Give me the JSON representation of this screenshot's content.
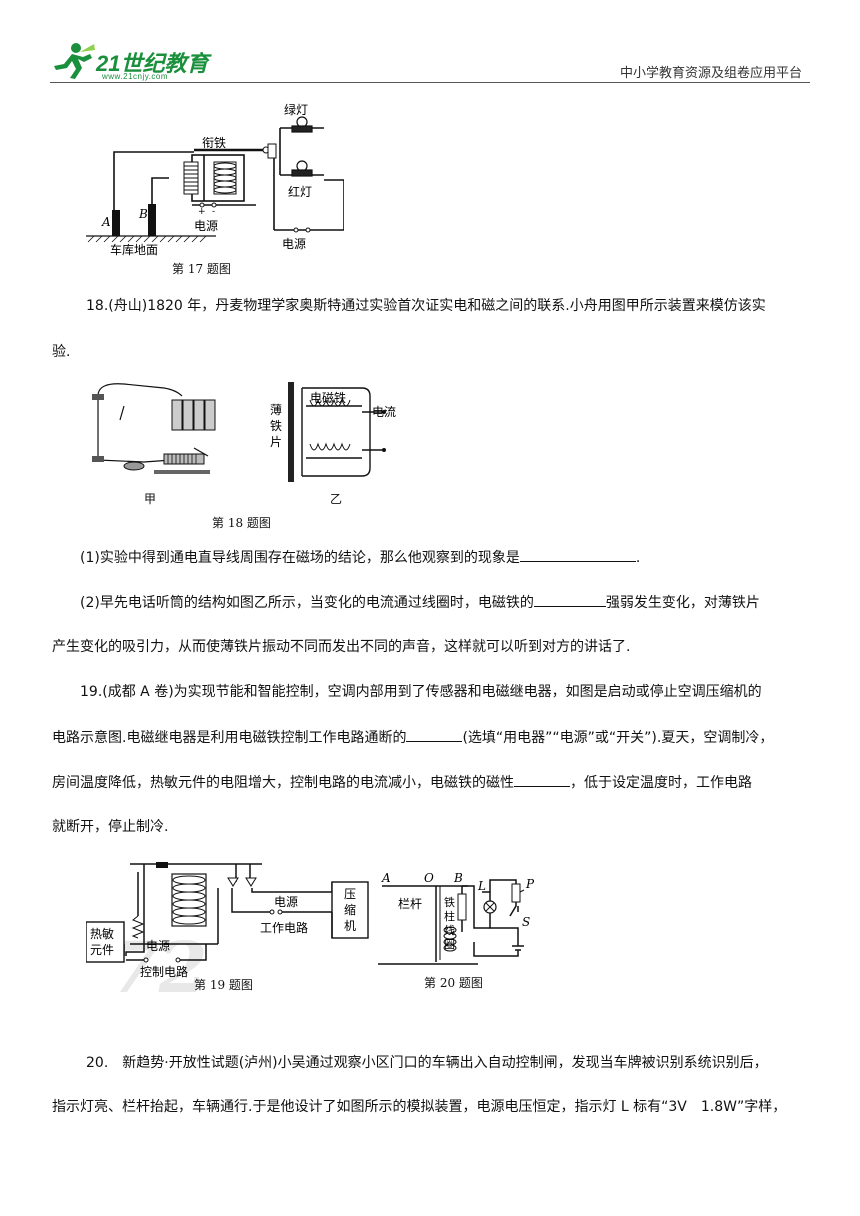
{
  "header": {
    "logo_main": "21世纪教育",
    "logo_sub": "www.21cnjy.com",
    "platform": "中小学教育资源及组卷应用平台"
  },
  "fig17": {
    "caption": "第 17 题图",
    "labels": {
      "green_lamp": "绿灯",
      "armature": "衔铁",
      "red_lamp": "红灯",
      "a": "A",
      "b": "B",
      "plus": "+",
      "minus": "-",
      "power1": "电源",
      "power2": "电源",
      "ground": "车库地面"
    }
  },
  "q18": {
    "stem_line1": "18.(舟山)1820 年，丹麦物理学家奥斯特通过实验首次证实电和磁之间的联系.小舟用图甲所示装置来模仿该实",
    "stem_line2": "验.",
    "fig_caption": "第 18 题图",
    "fig_labels": {
      "jia": "甲",
      "yi": "乙",
      "electromagnet": "电磁铁",
      "current": "电流",
      "thin_plate": [
        "薄",
        "铁",
        "片"
      ]
    },
    "sub1_before": "(1)实验中得到通电直导线周围存在磁场的结论，那么他观察到的现象是",
    "sub1_after": ".",
    "sub2_line1_before": "(2)早先电话听筒的结构如图乙所示，当变化的电流通过线圈时，电磁铁的",
    "sub2_line1_after": "强弱发生变化，对薄铁片",
    "sub2_line2": "产生变化的吸引力，从而使薄铁片振动不同而发出不同的声音，这样就可以听到对方的讲话了."
  },
  "q19": {
    "line1": "19.(成都 A 卷)为实现节能和智能控制，空调内部用到了传感器和电磁继电器，如图是启动或停止空调压缩机的",
    "line2_before": "电路示意图.电磁继电器是利用电磁铁控制工作电路通断的",
    "line2_after": "(选填“用电器”“电源”或“开关”).夏天，空调制冷，",
    "line3_before": "房间温度降低，热敏元件的电阻增大，控制电路的电流减小，电磁铁的磁性",
    "line3_after": "，低于设定温度时，工作电路",
    "line4": "就断开，停止制冷.",
    "fig19_caption": "第 19 题图",
    "fig19_labels": {
      "thermistor": [
        "热敏",
        "元件"
      ],
      "power_ctrl": "电源",
      "ctrl_circuit": "控制电路",
      "power_work": "电源",
      "work_circuit": "工作电路",
      "compressor": [
        "压",
        "缩",
        "机"
      ]
    },
    "fig20_caption": "第 20 题图",
    "fig20_labels": {
      "a": "A",
      "o": "O",
      "b": "B",
      "l": "L",
      "p": "P",
      "s": "S",
      "bar": "栏杆",
      "coil": [
        "铁",
        "柱",
        "线",
        "圈"
      ]
    }
  },
  "q20": {
    "line1": "20.　新趋势·开放性试题(泸州)小吴通过观察小区门口的车辆出入自动控制闸，发现当车牌被识别系统识别后，",
    "line2": "指示灯亮、栏杆抬起，车辆通行.于是他设计了如图所示的模拟装置，电源电压恒定，指示灯 L 标有“3V　1.8W”字样，"
  }
}
